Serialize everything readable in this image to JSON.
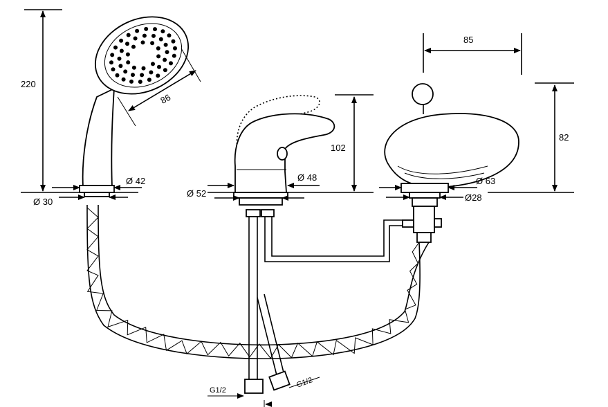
{
  "dimensions": {
    "shower_height": "220",
    "shower_head_diameter": "86",
    "shower_base_top": "Ø 42",
    "shower_base_bottom": "Ø 30",
    "mixer_height": "102",
    "mixer_base_top": "Ø 48",
    "mixer_base_bottom": "Ø 52",
    "spout_width": "85",
    "spout_height": "82",
    "spout_base_top": "Ø 63",
    "spout_base_bottom": "Ø28",
    "thread_left": "G1/2",
    "thread_right": "G1/2"
  },
  "colors": {
    "line": "#000000",
    "background": "#ffffff"
  }
}
